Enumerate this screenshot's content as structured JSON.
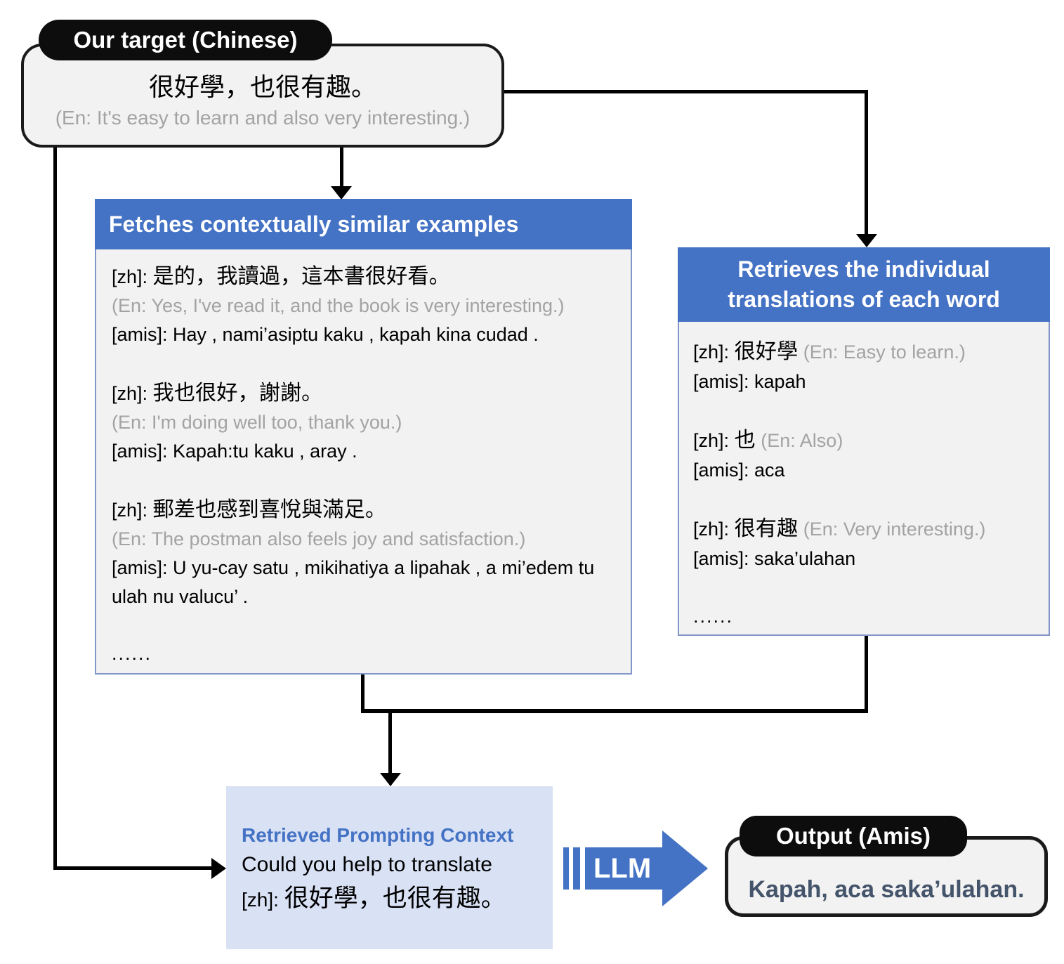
{
  "colors": {
    "header_blue": "#4472C4",
    "panel_bg": "#F2F2F2",
    "panel_border": "#8096C8",
    "prompt_bg": "#D9E1F5",
    "gray_text": "#A3A3A3",
    "output_text": "#44546A",
    "pill_bg": "#0D0D0D"
  },
  "target": {
    "label": "Our target (Chinese)",
    "zh": "很好學，也很有趣。",
    "en": "(En: It's easy to learn and also very interesting.)"
  },
  "fetches": {
    "title": "Fetches contextually similar examples",
    "examples": [
      {
        "zh_prefix": "[zh]: ",
        "zh": "是的，我讀過，這本書很好看。",
        "en": "(En: Yes, I've read it, and the book is very interesting.)",
        "amis": "[amis]: Hay , nami’asiptu kaku , kapah kina cudad ."
      },
      {
        "zh_prefix": "[zh]: ",
        "zh": "我也很好，謝謝。",
        "en": "(En: I'm doing well too, thank you.)",
        "amis": "[amis]: Kapah:tu kaku , aray ."
      },
      {
        "zh_prefix": "[zh]: ",
        "zh": "郵差也感到喜悅與滿足。",
        "en": "(En: The postman also feels joy and satisfaction.)",
        "amis": "[amis]: U yu-cay satu , mikihatiya a lipahak , a mi’edem tu ulah nu valucu’ ."
      }
    ],
    "ellipsis": "......"
  },
  "retrieves": {
    "title_line1": "Retrieves the individual",
    "title_line2": "translations of each word",
    "items": [
      {
        "prefix": "[zh]: ",
        "zh": "很好學",
        "en": " (En: Easy to learn.)",
        "amis": "[amis]: kapah"
      },
      {
        "prefix": "[zh]: ",
        "zh": "也",
        "en": " (En: Also)",
        "amis": "[amis]: aca"
      },
      {
        "prefix": "[zh]: ",
        "zh": "很有趣",
        "en": " (En: Very interesting.)",
        "amis": "[amis]: saka’ulahan"
      }
    ],
    "ellipsis": "......"
  },
  "prompt": {
    "title": "Retrieved Prompting Context",
    "line1": "Could you help to translate",
    "line2_prefix": "[zh]: ",
    "line2_zh": "很好學，也很有趣。"
  },
  "llm": {
    "label": "LLM"
  },
  "output": {
    "label": "Output (Amis)",
    "text": "Kapah, aca saka’ulahan."
  }
}
